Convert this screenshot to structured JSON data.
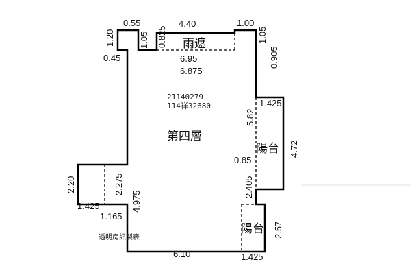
{
  "plan": {
    "floor_label": "第四層",
    "rooms": {
      "canopy": "雨遮",
      "balcony_upper": "陽台",
      "balcony_lower": "陽台"
    },
    "codes": [
      "21140279",
      "114祥32680"
    ],
    "credit": "透明房訊製表",
    "dimensions": {
      "d_120": "1.20",
      "d_055": "0.55",
      "d_105_left": "1.05",
      "d_0825": "0.825",
      "d_440": "4.40",
      "d_100": "1.00",
      "d_105_right": "1.05",
      "d_0905": "0.905",
      "d_045": "0.45",
      "d_695": "6.95",
      "d_6875": "6.875",
      "d_1425_top": "1.425",
      "d_582": "5.82",
      "d_472": "4.72",
      "d_085": "0.85",
      "d_2405": "2.405",
      "d_220": "2.20",
      "d_2275": "2.275",
      "d_4975": "4.975",
      "d_1425_left": "1.425",
      "d_1165": "1.165",
      "d_257": "2.57",
      "d_610": "6.10",
      "d_1425_bottom": "1.425"
    }
  }
}
